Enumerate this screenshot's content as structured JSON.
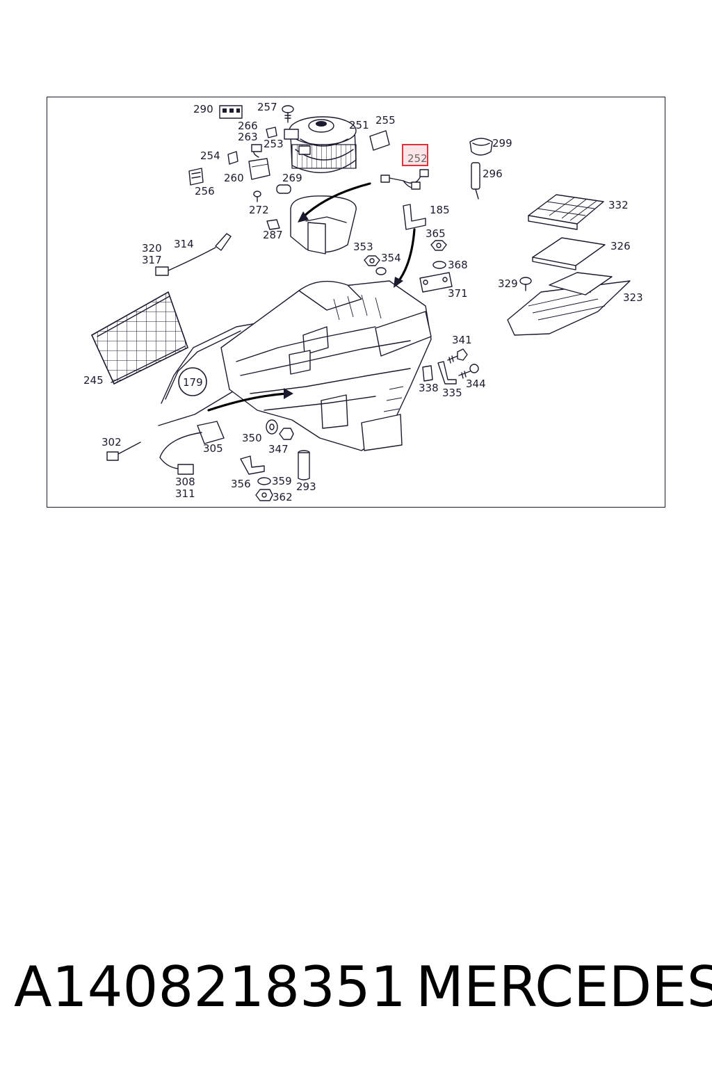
{
  "callouts": [
    {
      "id": "c290",
      "label": "290"
    },
    {
      "id": "c257",
      "label": "257"
    },
    {
      "id": "c266",
      "label": "266"
    },
    {
      "id": "c263",
      "label": "263"
    },
    {
      "id": "c253",
      "label": "253"
    },
    {
      "id": "c251",
      "label": "251"
    },
    {
      "id": "c255",
      "label": "255"
    },
    {
      "id": "c252",
      "label": "252",
      "highlight": true
    },
    {
      "id": "c299",
      "label": "299"
    },
    {
      "id": "c296",
      "label": "296"
    },
    {
      "id": "c254",
      "label": "254"
    },
    {
      "id": "c260",
      "label": "260"
    },
    {
      "id": "c269",
      "label": "269"
    },
    {
      "id": "c256",
      "label": "256"
    },
    {
      "id": "c272",
      "label": "272"
    },
    {
      "id": "c185",
      "label": "185"
    },
    {
      "id": "c332",
      "label": "332"
    },
    {
      "id": "c287",
      "label": "287"
    },
    {
      "id": "c365",
      "label": "365"
    },
    {
      "id": "c326",
      "label": "326"
    },
    {
      "id": "c320",
      "label": "320"
    },
    {
      "id": "c314",
      "label": "314"
    },
    {
      "id": "c317",
      "label": "317"
    },
    {
      "id": "c353",
      "label": "353"
    },
    {
      "id": "c354",
      "label": "354"
    },
    {
      "id": "c368",
      "label": "368"
    },
    {
      "id": "c329",
      "label": "329"
    },
    {
      "id": "c371",
      "label": "371"
    },
    {
      "id": "c323",
      "label": "323"
    },
    {
      "id": "c341",
      "label": "341"
    },
    {
      "id": "c245",
      "label": "245"
    },
    {
      "id": "c179",
      "label": "179"
    },
    {
      "id": "c338",
      "label": "338"
    },
    {
      "id": "c335",
      "label": "335"
    },
    {
      "id": "c344",
      "label": "344"
    },
    {
      "id": "c302",
      "label": "302"
    },
    {
      "id": "c305",
      "label": "305"
    },
    {
      "id": "c350",
      "label": "350"
    },
    {
      "id": "c347",
      "label": "347"
    },
    {
      "id": "c308",
      "label": "308"
    },
    {
      "id": "c311",
      "label": "311"
    },
    {
      "id": "c356",
      "label": "356"
    },
    {
      "id": "c359",
      "label": "359"
    },
    {
      "id": "c293",
      "label": "293"
    },
    {
      "id": "c362",
      "label": "362"
    }
  ],
  "footer": {
    "part_number": "A1408218351",
    "brand": "MERCEDES"
  },
  "colors": {
    "line": "#1a1a2e",
    "highlight_box": "#e0313a",
    "highlight_fill": "#fde4e6",
    "background": "#ffffff"
  }
}
